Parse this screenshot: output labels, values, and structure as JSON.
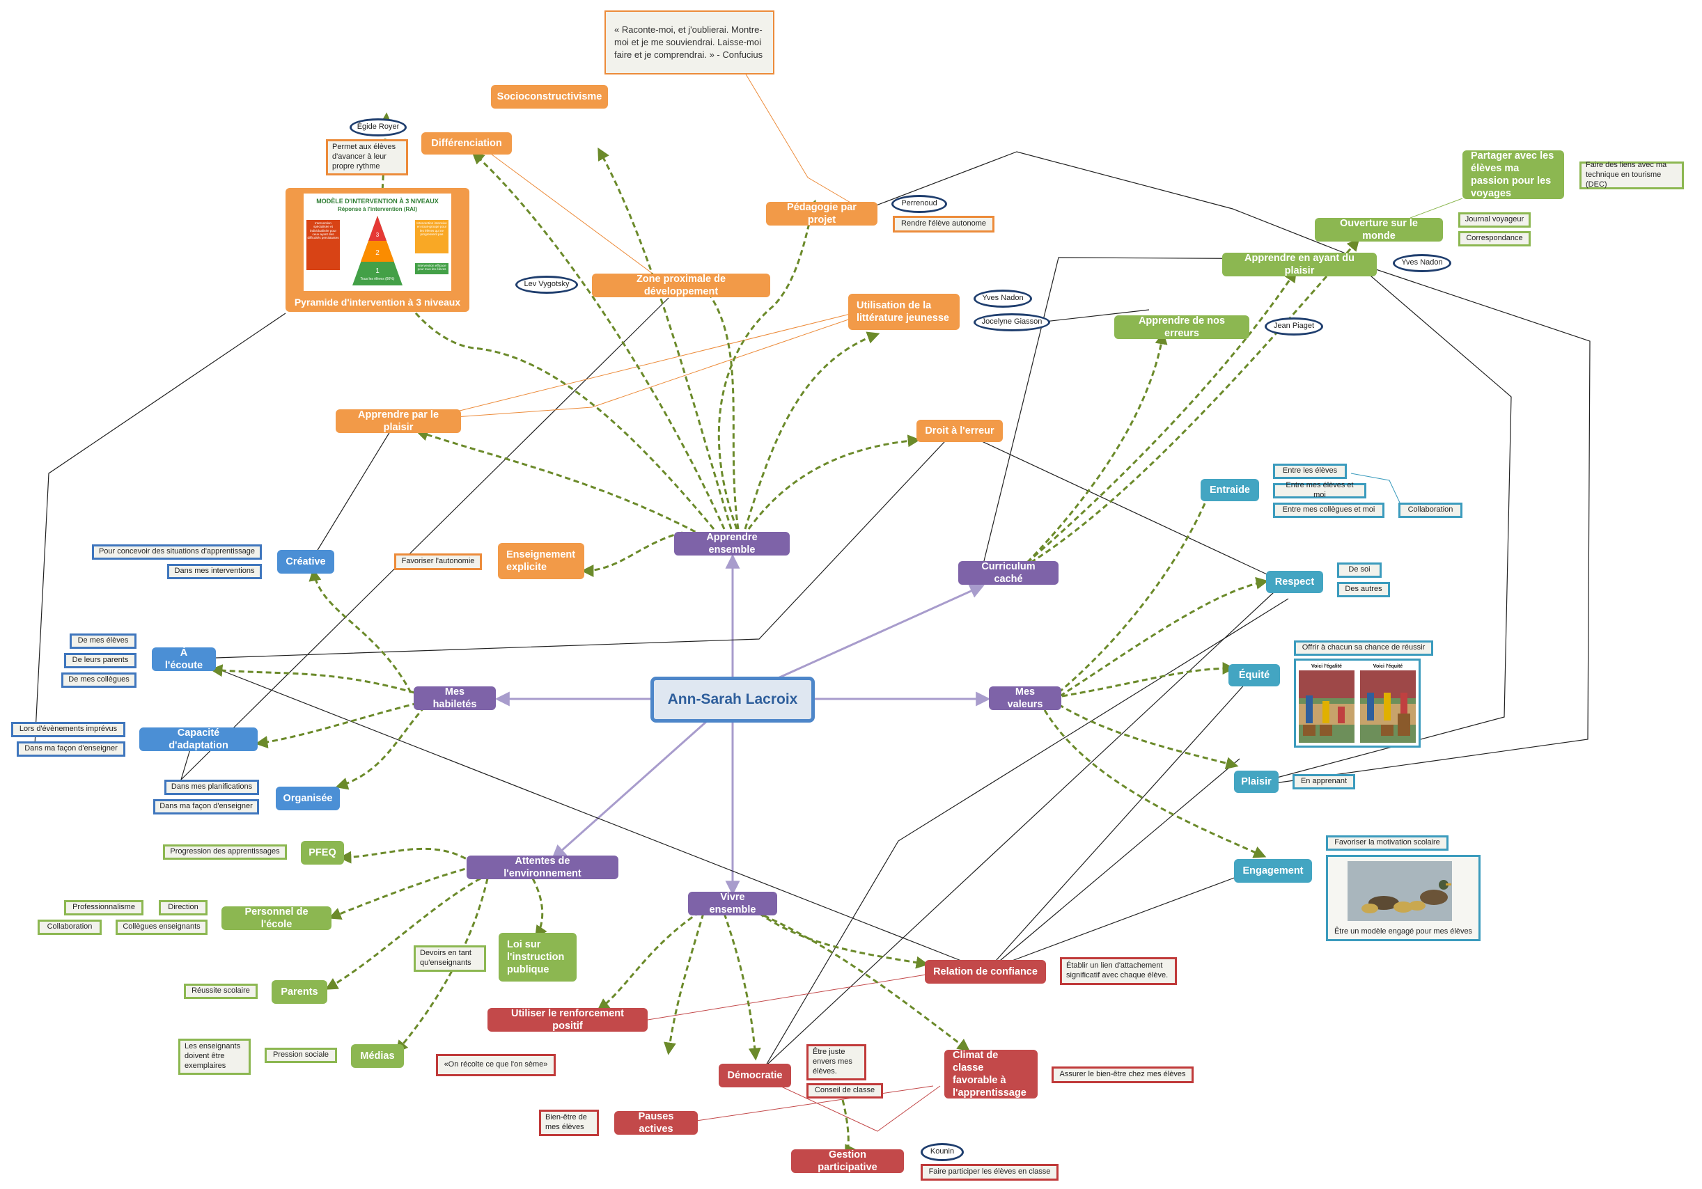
{
  "title_quote": "« Raconte-moi, et j'oublierai. Montre-moi et je me souviendrai. Laisse-moi faire et je comprendrai. » - Confucius",
  "central": "Ann-Sarah Lacroix",
  "colors": {
    "orange": "#f29a48",
    "purple": "#7e63a8",
    "green": "#8cb751",
    "red": "#c3494a",
    "blue": "#4b8fd5",
    "teal": "#43a5c2",
    "central_border": "#4d86c9",
    "arrow": "#a89ccc",
    "dashed": "#6b8a2a"
  },
  "apprendre": {
    "label": "Apprendre ensemble",
    "socio": "Socioconstructivisme",
    "differenciation": "Différenciation",
    "royer": "Égide Royer",
    "rythme": "Permet aux élèves d'avancer à leur propre rythme",
    "pyramide": "Pyramide d'intervention à 3 niveaux",
    "pyr_title": "MODÈLE D'INTERVENTION À 3 NIVEAUX",
    "pyr_sub": "Réponse à l'intervention (RAI)",
    "pyr_left": "Intervention spécialisée et individualisée pour ceux ayant des difficultés persistantes",
    "pyr_right": "Intervention intensive en sous-groupe pour les élèves qui ne progressent pas",
    "pyr_base": "Intervention efficace pour tous les élèves",
    "pyr_n1": "1",
    "pyr_n2": "2",
    "pyr_n3": "3",
    "pyr_tous": "Tous les élèves (80%)",
    "vygotsky": "Lev Vygotsky",
    "zpd": "Zone proximale de développement",
    "projet": "Pédagogie par projet",
    "perrenoud": "Perrenoud",
    "autonome": "Rendre l'élève autonome",
    "litterature": "Utilisation de la littérature jeunesse",
    "nadon1": "Yves Nadon",
    "giasson": "Jocelyne Giasson",
    "plaisir": "Apprendre par le plaisir",
    "droit": "Droit à l'erreur",
    "explicite": "Enseignement explicite",
    "favoriser_auto": "Favoriser l'autonomie"
  },
  "curriculum": {
    "label": "Curriculum caché",
    "ayant": "Apprendre en ayant du plaisir",
    "nadon2": "Yves Nadon",
    "erreurs": "Apprendre de nos erreurs",
    "piaget": "Jean Piaget",
    "ouverture": "Ouverture sur le monde",
    "partager": "Partager avec les élèves ma passion pour les voyages",
    "liens": "Faire des liens avec ma technique en tourisme (DEC)",
    "journal": "Journal voyageur",
    "corresp": "Correspondance"
  },
  "valeurs": {
    "label": "Mes valeurs",
    "entraide": "Entraide",
    "ent1": "Entre les élèves",
    "ent2": "Entre mes élèves et moi",
    "ent3": "Entre mes collègues et moi",
    "collab": "Collaboration",
    "respect": "Respect",
    "soi": "De soi",
    "autres": "Des autres",
    "equite": "Équité",
    "chance": "Offrir à chacun sa chance de réussir",
    "egalite": "Voici l'égalité",
    "equite_img": "Voici l'équité",
    "plaisir": "Plaisir",
    "apprenant": "En apprenant",
    "engagement": "Engagement",
    "motivation": "Favoriser la motivation scolaire",
    "modele": "Être un modèle engagé pour mes élèves"
  },
  "habiletes": {
    "label": "Mes habiletés",
    "creative": "Créative",
    "concevoir": "Pour concevoir des situations d'apprentissage",
    "interventions": "Dans mes interventions",
    "ecoute": "À l'écoute",
    "eleves": "De mes élèves",
    "parents": "De leurs parents",
    "collegues": "De mes collègues",
    "adaptation": "Capacité d'adaptation",
    "imprevus": "Lors d'évènements imprévus",
    "facon1": "Dans ma façon d'enseigner",
    "organisee": "Organisée",
    "planifs": "Dans mes planifications",
    "facon2": "Dans ma façon d'enseigner"
  },
  "environnement": {
    "label": "Attentes de l'environnement",
    "pfeq": "PFEQ",
    "progression": "Progression des apprentissages",
    "personnel": "Personnel de l'école",
    "direction": "Direction",
    "pro": "Professionnalisme",
    "collegues": "Collègues enseignants",
    "collab": "Collaboration",
    "loi": "Loi sur l'instruction publique",
    "devoirs": "Devoirs en tant qu'enseignants",
    "parents": "Parents",
    "reussite": "Réussite scolaire",
    "medias": "Médias",
    "pression": "Pression sociale",
    "exemplaires": "Les enseignants doivent être exemplaires"
  },
  "vivre": {
    "label": "Vivre ensemble",
    "relation": "Relation de confiance",
    "lien": "Établir un lien d'attachement significatif avec chaque élève.",
    "renforcement": "Utiliser le renforcement positif",
    "recolte": "«On récolte ce que l'on sème»",
    "democratie": "Démocratie",
    "juste": "Être juste envers mes élèves.",
    "conseil": "Conseil de classe",
    "climat": "Climat de classe favorable à l'apprentissage",
    "bienetre_chez": "Assurer le bien-être chez mes élèves",
    "pauses": "Pauses actives",
    "bienetre": "Bien-être de mes élèves",
    "gestion": "Gestion participative",
    "kounin": "Kounin",
    "participer": "Faire participer les élèves en classe"
  }
}
